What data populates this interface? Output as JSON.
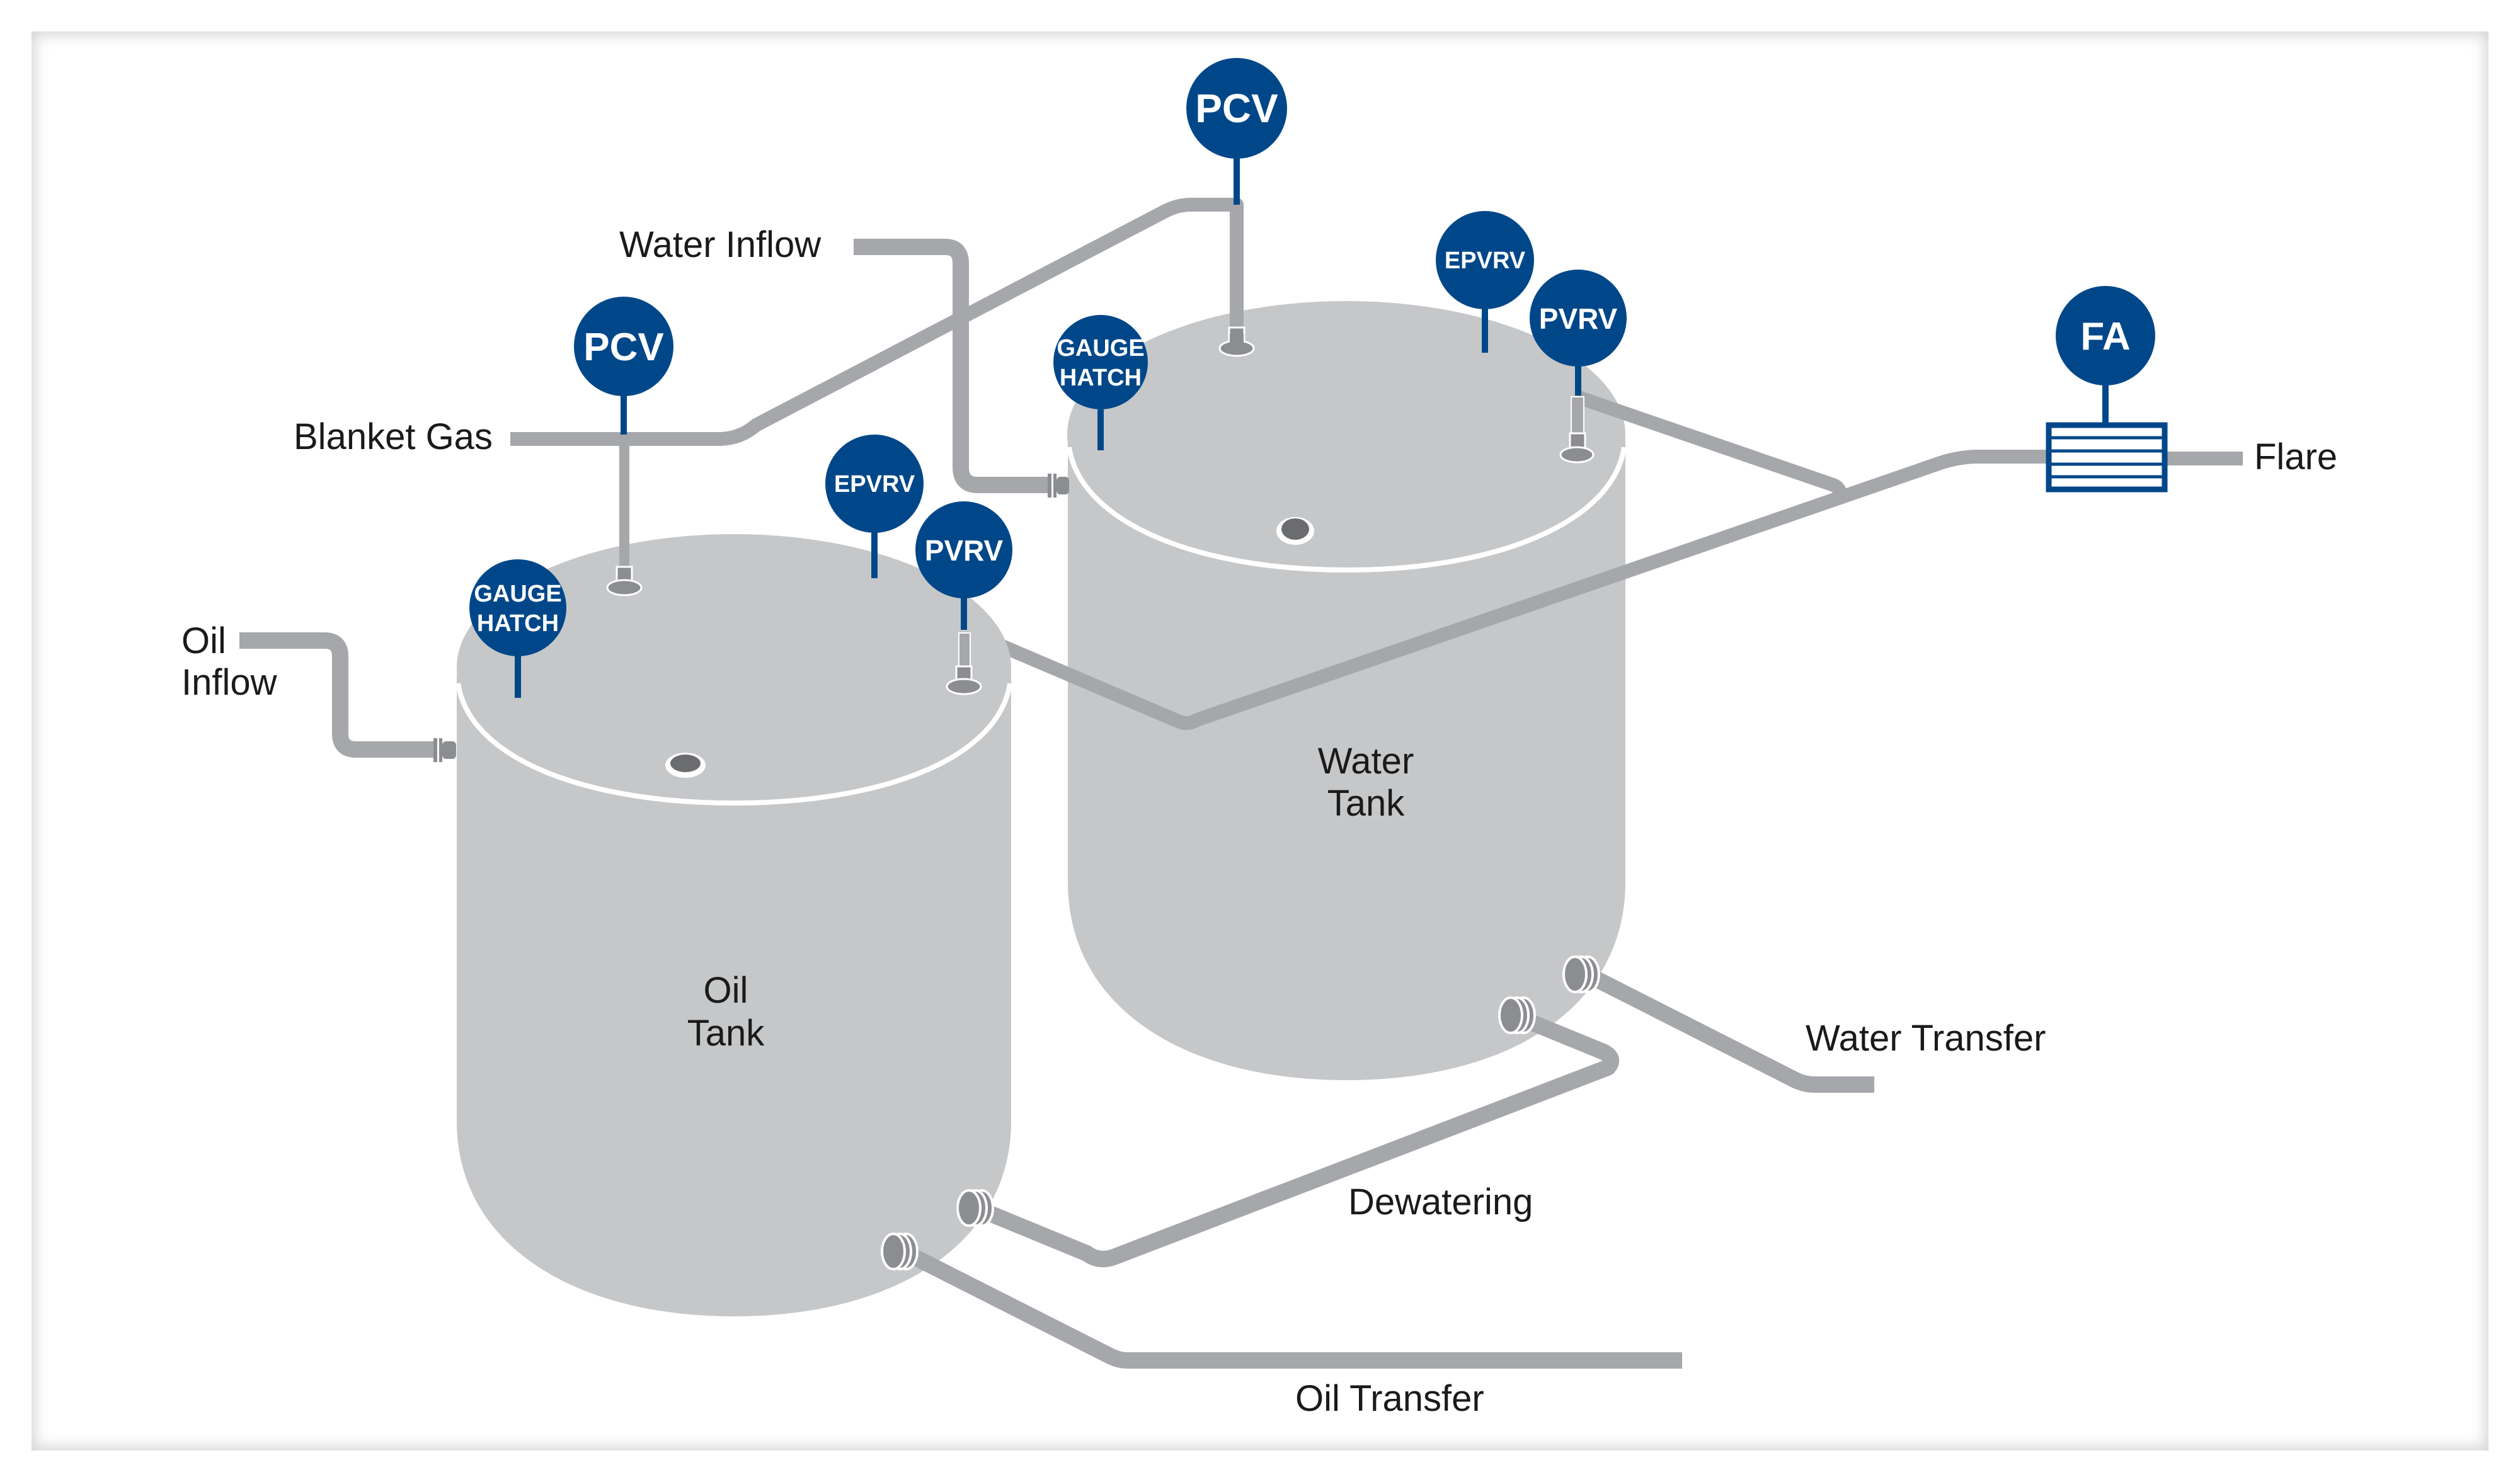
{
  "colors": {
    "instrument_blue": "#00478a",
    "tank_gray": "#c6c7c9",
    "pipe_gray": "#a6a7aa",
    "label_text": "#1a1a1a",
    "tag_text": "#ffffff"
  },
  "tanks": {
    "oil": {
      "line1": "Oil",
      "line2": "Tank"
    },
    "water": {
      "line1": "Water",
      "line2": "Tank"
    }
  },
  "streams": {
    "oil_inflow": {
      "line1": "Oil",
      "line2": "Inflow"
    },
    "water_inflow": "Water Inflow",
    "blanket_gas": "Blanket Gas",
    "flare": "Flare",
    "water_transfer": "Water Transfer",
    "dewatering": "Dewatering",
    "oil_transfer": "Oil Transfer"
  },
  "instruments": {
    "pcv_water": "PCV",
    "pcv_oil": "PCV",
    "epvrv_water": "EPVRV",
    "pvrv_water": "PVRV",
    "epvrv_oil": "EPVRV",
    "pvrv_oil": "PVRV",
    "gauge_hatch_water": {
      "line1": "GAUGE",
      "line2": "HATCH"
    },
    "gauge_hatch_oil": {
      "line1": "GAUGE",
      "line2": "HATCH"
    },
    "fa": "FA"
  }
}
